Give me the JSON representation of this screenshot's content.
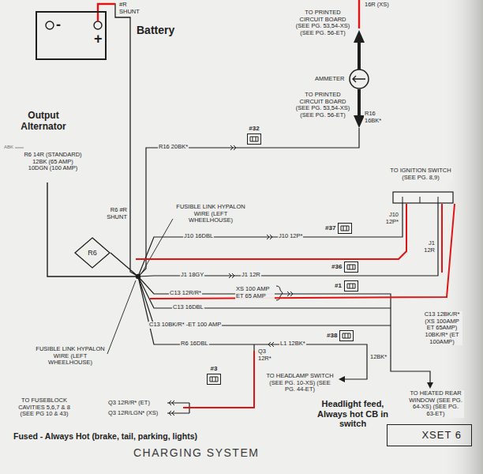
{
  "diagram": {
    "title": "CHARGING SYSTEM",
    "nodes": [
      {
        "text": [
          "-",
          "+"
        ]
      },
      {
        "text": [
          "#32"
        ]
      },
      {
        "text": [
          "#37"
        ]
      },
      {
        "text": [
          "R6"
        ]
      },
      {
        "text": [
          "#36"
        ]
      },
      {
        "text": [
          "#1"
        ]
      },
      {
        "text": [
          "#38"
        ]
      },
      {
        "text": [
          "#3"
        ]
      },
      {
        "text": [
          "XSET 6"
        ]
      }
    ],
    "edges": [
      {
        "from": 0,
        "to": 3,
        "arrow": "none"
      }
    ],
    "labels": [
      "Battery",
      "#R SHUNT",
      "16R (XS)",
      "TO PRINTED CIRCUIT BOARD (SEE PG. 53,54-XS) (SEE PG. 56-ET)",
      "AMMETER",
      "TO PRINTED CIRCUIT BOARD (SEE PG. 53,54-XS) (SEE PG. 56-ET)",
      "R16 16BK*",
      "Output Alternator",
      "ABK",
      "R6 14R (STANDARD) 12BK (65 AMP) 10DGN (100 AMP)",
      "R16 20BK*",
      "TO IGNITION SWITCH (SEE PG. 8,9)",
      "R6 #R SHUNT",
      "FUSIBLE LINK HYPALON WIRE (LEFT WHEELHOUSE)",
      "J10 16DBL",
      "J10 12P*",
      "J10 12P*",
      "J1 12R",
      "J1 18GY",
      "J1 12R",
      "C13 12R/R*",
      "XS 100 AMP ET 65 AMP",
      "C13 16DBL",
      "C13 10BK/R* -ET 100 AMP",
      "R6 16DBL",
      "Q3 12R*",
      "L1 12BK*",
      "12BK*",
      "FUSIBLE LINK HYPALON WIRE (LEFT WHEELHOUSE)",
      "C13 12BK/R* (XS 100AMP ET 65AMP) 10BK/R* (ET 100AMP)",
      "TO HEADLAMP SWITCH (SEE PG. 10-XS) (SEE PG. 44-ET)",
      "TO HEATED REAR WINDOW (SEE PG. 64-XS) (SEE PG. 63-ET)",
      "TO FUSEBLOCK CAVITIES 5,6,7 & 8 (SEE PG 10 & 43)",
      "Q3 12R/R* (ET)",
      "Q3 12R/LGN* (XS)",
      "Headlight feed, Always hot CB in switch",
      "Fused - Always Hot (brake, tail, parking, lights)"
    ]
  }
}
